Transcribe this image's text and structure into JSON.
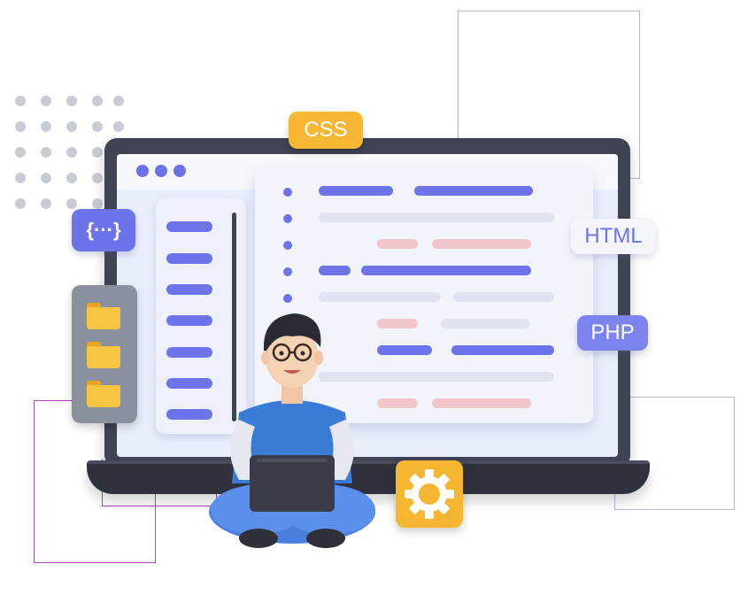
{
  "tags": {
    "css": "CSS",
    "html": "HTML",
    "php": "PHP",
    "ellipsis": "{···}"
  },
  "icons": [
    "code-braces-icon",
    "folder-icon",
    "gear-icon",
    "window-dots-icon"
  ],
  "colors": {
    "accent_blue": "#6d73e8",
    "css_tag": "#f7b733",
    "php_tag": "#7d83ee",
    "laptop": "#3f4352",
    "folder": "#f6c542"
  }
}
